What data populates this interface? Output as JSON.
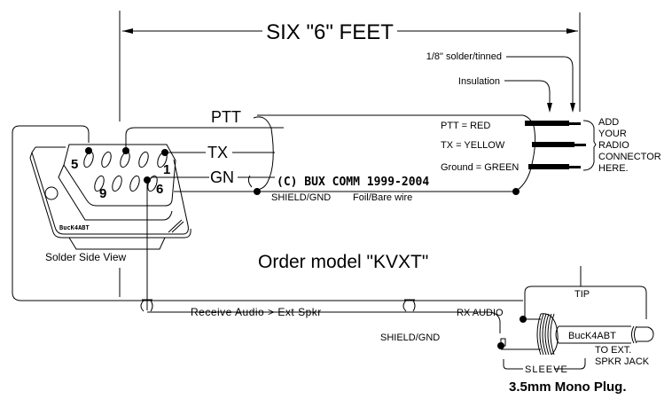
{
  "dimension": {
    "label": "SIX \"6\" FEET"
  },
  "callouts": {
    "solder": "1/8\" solder/tinned",
    "insulation": "Insulation"
  },
  "connector": {
    "wire_labels": {
      "ptt": "PTT",
      "tx": "TX",
      "gn": "GN"
    },
    "pin_numbers": {
      "p5": "5",
      "p1": "1",
      "p9": "9",
      "p6": "6"
    },
    "brand": "BucK4ABT",
    "caption": "Solder Side View"
  },
  "cable": {
    "color_codes": [
      "PTT = RED",
      "TX = YELLOW",
      "Ground = GREEN"
    ],
    "copyright": "(C) BUX COMM 1999-2004",
    "shield_label": "SHIELD/GND",
    "foil_label": "Foil/Bare wire"
  },
  "radio_note": [
    "ADD",
    "YOUR",
    "RADIO",
    "CONNECTOR",
    "HERE."
  ],
  "order": {
    "text": "Order model \"KVXT\""
  },
  "audio": {
    "line_label": "Receive Audio > Ext Spkr",
    "rx_label": "RX AUDIO",
    "shield_label": "SHIELD/GND"
  },
  "plug": {
    "tip": "TIP",
    "brand": "BucK4ABT",
    "to_ext": "TO EXT.",
    "spkr_jack": "SPKR JACK",
    "sleeve": "SLEEVE",
    "title": "3.5mm Mono Plug."
  }
}
